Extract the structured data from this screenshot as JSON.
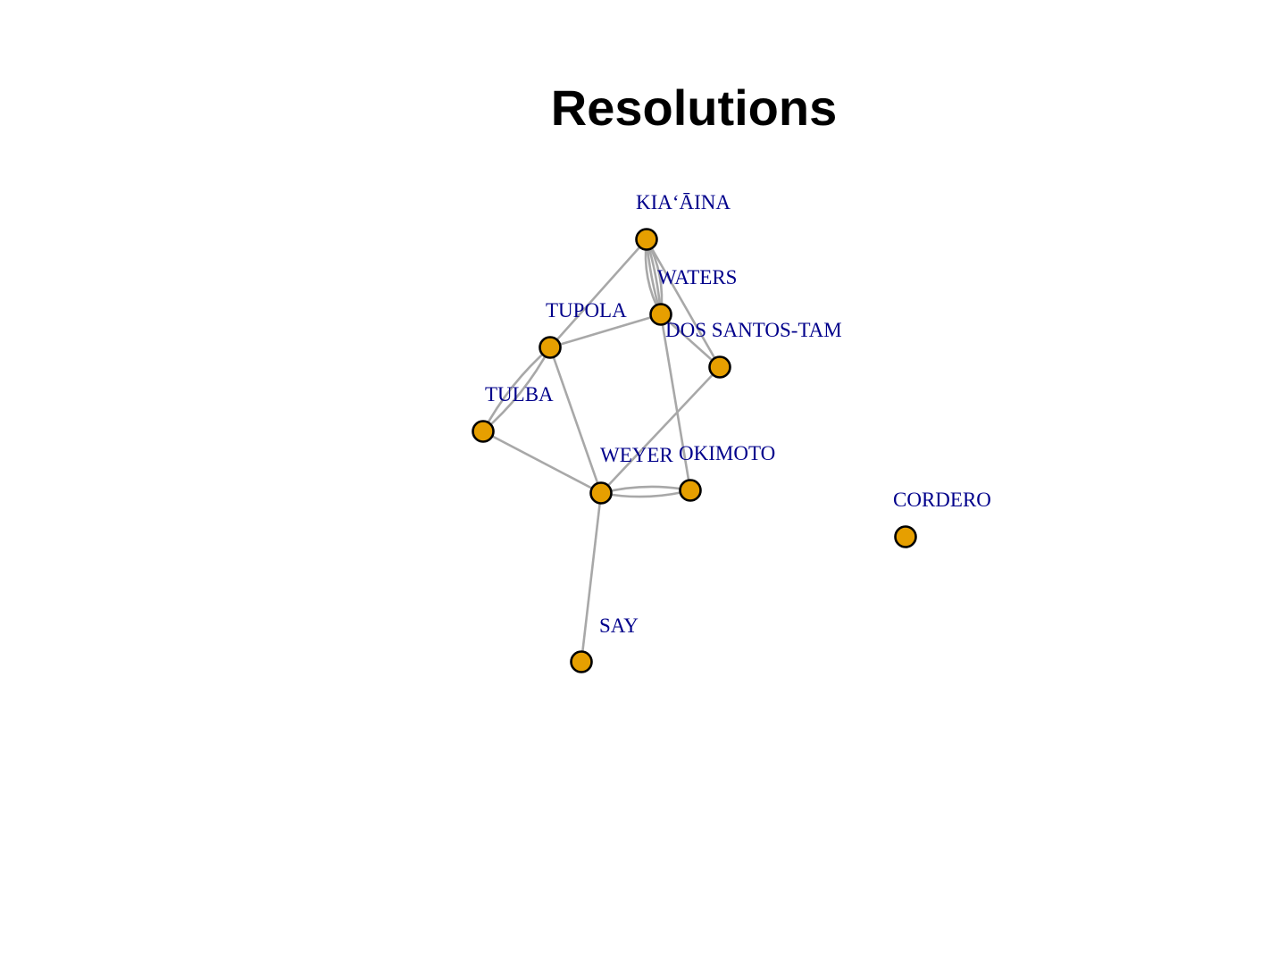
{
  "title": "Resolutions",
  "colors": {
    "edge": "#a8a8a8",
    "node_fill": "#e69f00",
    "node_stroke": "#000000",
    "label": "#00008b",
    "title": "#000000"
  },
  "graph": {
    "nodes": [
      {
        "id": "kiaaina",
        "label": "KIAʻĀINA"
      },
      {
        "id": "waters",
        "label": "WATERS"
      },
      {
        "id": "tupola",
        "label": "TUPOLA"
      },
      {
        "id": "dos_santos_tam",
        "label": "DOS SANTOS-TAM"
      },
      {
        "id": "tulba",
        "label": "TULBA"
      },
      {
        "id": "weyer",
        "label": "WEYER"
      },
      {
        "id": "okimoto",
        "label": "OKIMOTO"
      },
      {
        "id": "cordero",
        "label": "CORDERO"
      },
      {
        "id": "say",
        "label": "SAY"
      }
    ],
    "edges": [
      {
        "source": "kiaaina",
        "target": "waters",
        "multiplicity": 4
      },
      {
        "source": "kiaaina",
        "target": "tupola",
        "multiplicity": 1
      },
      {
        "source": "kiaaina",
        "target": "dos_santos_tam",
        "multiplicity": 1
      },
      {
        "source": "tupola",
        "target": "waters",
        "multiplicity": 1
      },
      {
        "source": "tupola",
        "target": "tulba",
        "multiplicity": 2
      },
      {
        "source": "tupola",
        "target": "weyer",
        "multiplicity": 1
      },
      {
        "source": "waters",
        "target": "dos_santos_tam",
        "multiplicity": 1
      },
      {
        "source": "waters",
        "target": "okimoto",
        "multiplicity": 1
      },
      {
        "source": "dos_santos_tam",
        "target": "weyer",
        "multiplicity": 1
      },
      {
        "source": "tulba",
        "target": "weyer",
        "multiplicity": 1
      },
      {
        "source": "weyer",
        "target": "okimoto",
        "multiplicity": 2
      },
      {
        "source": "weyer",
        "target": "say",
        "multiplicity": 1
      }
    ]
  }
}
